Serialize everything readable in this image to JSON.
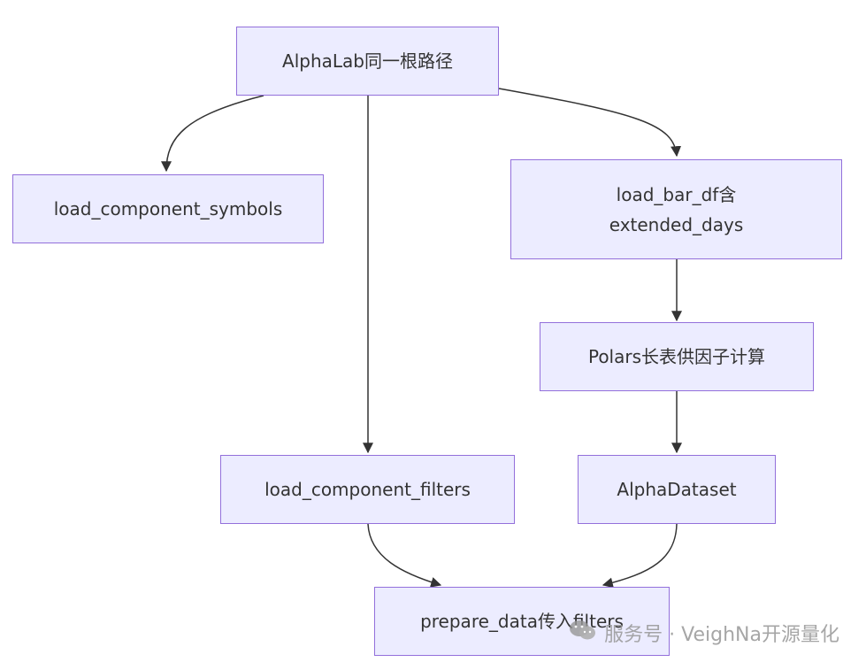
{
  "nodes": {
    "root": "AlphaLab同一根路径",
    "symbols": "load_component_symbols",
    "bar_df_line1": "load_bar_df含",
    "bar_df_line2": "extended_days",
    "polars": "Polars长表供因子计算",
    "filters": "load_component_filters",
    "dataset": "AlphaDataset",
    "prepare": "prepare_data传入filters"
  },
  "edges": [
    {
      "from": "root",
      "to": "symbols"
    },
    {
      "from": "root",
      "to": "filters"
    },
    {
      "from": "root",
      "to": "bar_df"
    },
    {
      "from": "bar_df",
      "to": "polars"
    },
    {
      "from": "polars",
      "to": "dataset"
    },
    {
      "from": "filters",
      "to": "prepare"
    },
    {
      "from": "dataset",
      "to": "prepare"
    }
  ],
  "watermark": {
    "text": "服务号 · VeighNa开源量化",
    "icon": "wechat-icon"
  },
  "colors": {
    "node_fill": "#ececff",
    "node_border": "#9370db",
    "edge": "#333333"
  }
}
